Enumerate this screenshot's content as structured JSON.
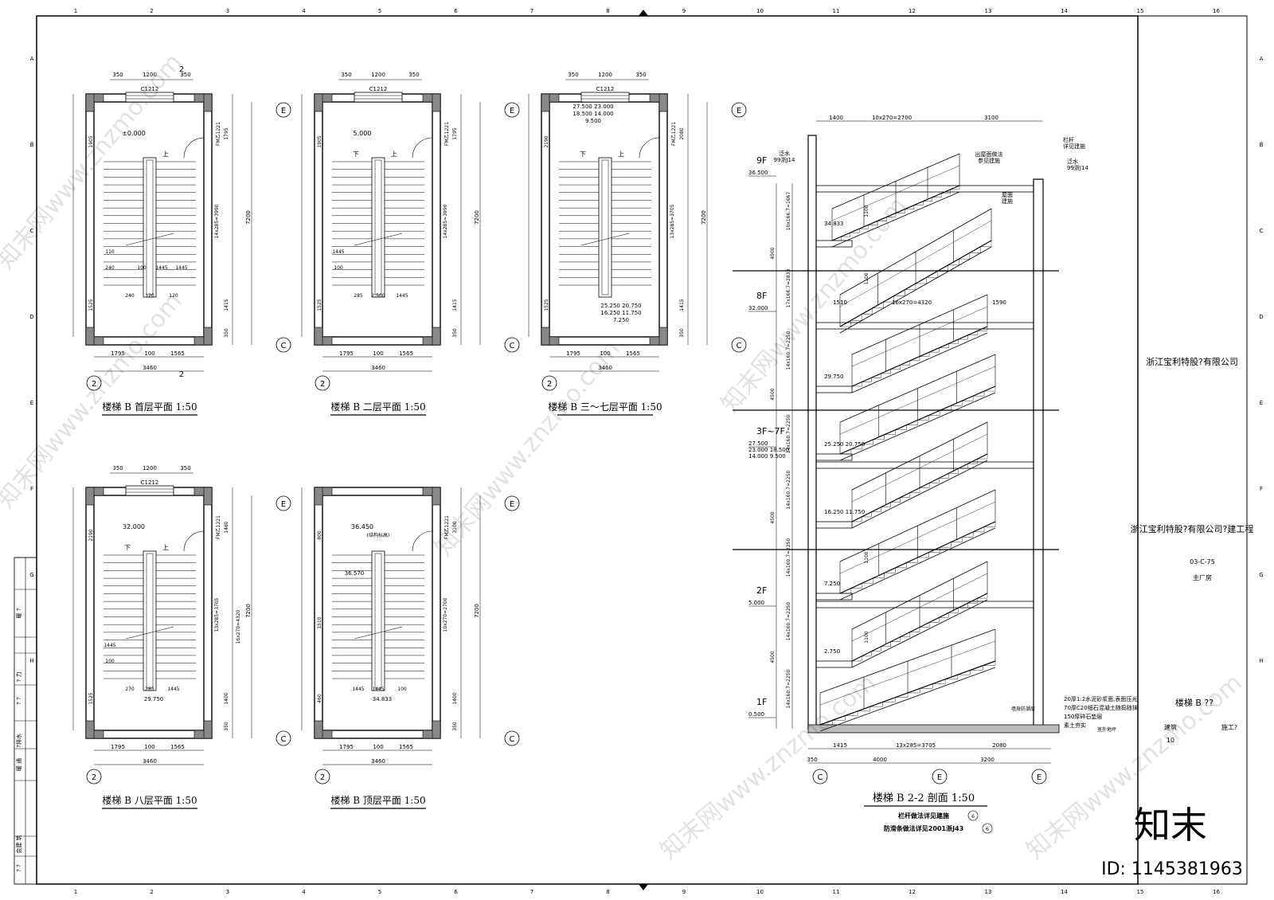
{
  "sheet": {
    "grid_numbers": [
      "1",
      "2",
      "3",
      "4",
      "5",
      "6",
      "7",
      "8",
      "9",
      "10",
      "11",
      "12",
      "13",
      "14",
      "15",
      "16"
    ],
    "grid_letters": [
      "A",
      "B",
      "C",
      "D",
      "E",
      "F",
      "G",
      "H"
    ]
  },
  "plans": [
    {
      "key": "p1",
      "title": "楼梯 B 首层平面 1:50",
      "level": "±0.000",
      "top_dims": [
        "350",
        "1200",
        "350"
      ],
      "window": "C1212",
      "door": "FM乙1221",
      "left_dims": [
        "1905",
        "1525"
      ],
      "right_dims": [
        "1795",
        "1415",
        "350"
      ],
      "run_dim": "14x285=3990",
      "total": "7200",
      "bottom_dims": [
        "1795",
        "100",
        "1565"
      ],
      "bottom_total": "3460",
      "small_dims": [
        "240",
        "120",
        "120",
        "110",
        "240",
        "100",
        "1445",
        "1445"
      ],
      "up": "上",
      "section_mark": "2",
      "axis_top": "E",
      "axis_bottom": "C",
      "axis_left": "2"
    },
    {
      "key": "p2",
      "title": "楼梯 B 二层平面 1:50",
      "level": "5.000",
      "top_dims": [
        "350",
        "1200",
        "350"
      ],
      "window": "C1212",
      "door": "FM乙1221",
      "left_dims": [
        "1905",
        "1525"
      ],
      "right_dims": [
        "1795",
        "1415",
        "350"
      ],
      "run_dim": "14x285=3990",
      "total": "7200",
      "bottom_dims": [
        "1795",
        "100",
        "1565"
      ],
      "bottom_total": "3460",
      "small_dims": [
        "285",
        "2.500",
        "1445",
        "1445",
        "100"
      ],
      "up": "上",
      "down": "下",
      "axis_top": "E",
      "axis_bottom": "C",
      "axis_left": "2"
    },
    {
      "key": "p3",
      "title": "楼梯 B 三～七层平面 1:50",
      "levels_top": [
        "27.500",
        "23.000",
        "18.500",
        "14.000",
        "9.500"
      ],
      "levels_bottom": [
        "25.250",
        "20.750",
        "16.250",
        "11.750",
        "7.250"
      ],
      "top_dims": [
        "350",
        "1200",
        "350"
      ],
      "window": "C1212",
      "door": "FM乙1221",
      "left_dims": [
        "2190",
        "1525"
      ],
      "right_dims": [
        "2080",
        "1415",
        "350"
      ],
      "run_dim": "13x285=3705",
      "total": "7200",
      "bottom_dims": [
        "1795",
        "100",
        "1565"
      ],
      "bottom_total": "3460",
      "up": "上",
      "down": "下",
      "axis_top": "E",
      "axis_bottom": "C",
      "axis_left": "2"
    },
    {
      "key": "p4",
      "title": "楼梯 B 八层平面 1:50",
      "level": "32.000",
      "level_bottom": "29.750",
      "top_dims": [
        "350",
        "1200",
        "350"
      ],
      "window": "C1212",
      "door": "FM乙1221",
      "left_dims": [
        "2190",
        "1525"
      ],
      "right_dims": [
        "1480",
        "1400",
        "350"
      ],
      "run_dim": "13x285=3705",
      "run_dim2": "16x270=4320",
      "total": "7200",
      "bottom_dims": [
        "1795",
        "100",
        "1565"
      ],
      "bottom_total": "3460",
      "small_dims": [
        "270",
        "285",
        "1445",
        "1445",
        "100"
      ],
      "up": "上",
      "down": "下",
      "axis_top": "E",
      "axis_bottom": "C",
      "axis_left": "2"
    },
    {
      "key": "p5",
      "title": "楼梯 B 顶层平面 1:50",
      "level": "36.450",
      "level_note": "(结构标高)",
      "level2": "36.570",
      "level_bottom": "34.833",
      "door": "FM乙1221",
      "left_dims": [
        "800",
        "460",
        "1510"
      ],
      "right_dims": [
        "3100",
        "1400",
        "350"
      ],
      "run_dim": "10x270=2700",
      "total": "7200",
      "bottom_dims": [
        "1795",
        "100",
        "1565"
      ],
      "bottom_total": "3460",
      "small_dims": [
        "1445",
        "1445",
        "100"
      ],
      "axis_top": "E",
      "axis_bottom": "C",
      "axis_left": "2"
    }
  ],
  "section": {
    "title": "楼梯 B 2-2 剖面 1:50",
    "note1": "栏杆做法详见建施",
    "note1_ref": "6",
    "note2": "防滑条做法详见2001浙J43",
    "note2_ref": "6",
    "top_dims": [
      "1400",
      "10x270=2700",
      "3100"
    ],
    "mid_dims": [
      "1510",
      "16x270=4320",
      "1590"
    ],
    "bottom_dims": [
      "1415",
      "13x285=3705",
      "2080"
    ],
    "bottom_dims2": [
      "350",
      "4000",
      "3200"
    ],
    "axes": [
      "C",
      "E",
      "E"
    ],
    "floors": [
      {
        "name": "9F",
        "level": "36.500"
      },
      {
        "name": "8F",
        "level": "32.000"
      },
      {
        "name": "3F~7F",
        "level": "27.500\n23.000  18.500\n14.000  9.500"
      },
      {
        "name": "2F",
        "level": "5.000"
      },
      {
        "name": "1F",
        "level": "0.500"
      }
    ],
    "landings": [
      "34.833",
      "29.750",
      "25.250 20.750",
      "16.250 11.750",
      "7.250",
      "2.750"
    ],
    "vertical_dims": [
      "10x166.7=1667",
      "4500",
      "17x166.7=2833",
      "14x160.7=2250",
      "4500",
      "14x160.7=2250",
      "14x160.7=2250",
      "4500",
      "14x160.7=2250",
      "14x160.7=2250",
      "4500",
      "14x160.7=2250"
    ],
    "railing_note": "栏杆\n详见建施",
    "roof_note": "出屋面做法\n参见建施",
    "roof_note2": "屋面\n建施",
    "flashing": "泛水\n99浙J14",
    "rail_h": [
      "1100",
      "1100",
      "1100",
      "1100"
    ],
    "legend": [
      "20厚1:2水泥砂浆面,表面压光",
      "70厚C20细石混凝土随捣随抹",
      "150厚碎石垫层",
      "素土夯实"
    ],
    "ground_note": "墙身防潮层",
    "outdoor": "室外地坪",
    "ref_circle": "6"
  },
  "title_block": {
    "company": "浙江宝利特股?有限公司",
    "project": "浙江宝利特股?有限公司?建工程",
    "code": "03-C-75",
    "sub": "主厂房",
    "drawing": "楼梯 B ??",
    "discipline": "建筑",
    "stage": "施工?",
    "number": "10"
  },
  "left_block": {
    "rows": [
      "暖 ?",
      "? 力",
      "? ?",
      "?排水",
      "暖 通",
      "会建 筑",
      "? ?"
    ]
  },
  "watermark": {
    "brand": "知末",
    "id": "ID: 1145381963",
    "site": "知末网www.znzmo.com"
  }
}
